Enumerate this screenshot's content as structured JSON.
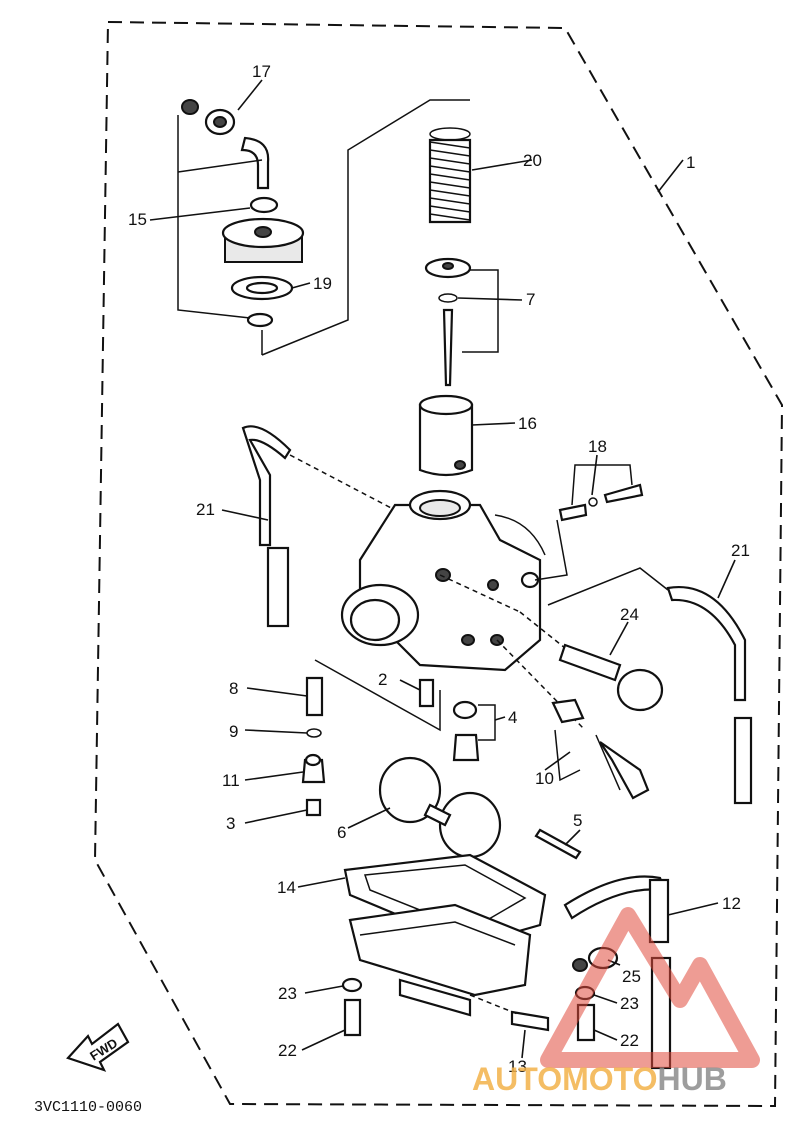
{
  "diagram": {
    "part_numbers": [
      "1",
      "2",
      "3",
      "4",
      "5",
      "6",
      "7",
      "8",
      "9",
      "10",
      "11",
      "12",
      "13",
      "14",
      "15",
      "16",
      "17",
      "18",
      "19",
      "20",
      "21",
      "21",
      "22",
      "22",
      "23",
      "23",
      "24",
      "25"
    ],
    "direction_label": "FWD",
    "drawing_code": "3VC1110-0060"
  },
  "watermark": {
    "part1": "AUTO",
    "part2": "MOTO",
    "part3": "HUB",
    "colors": {
      "orange": "#f3b24a",
      "gray": "#8d8d8d",
      "red": "#e04a3c"
    }
  }
}
